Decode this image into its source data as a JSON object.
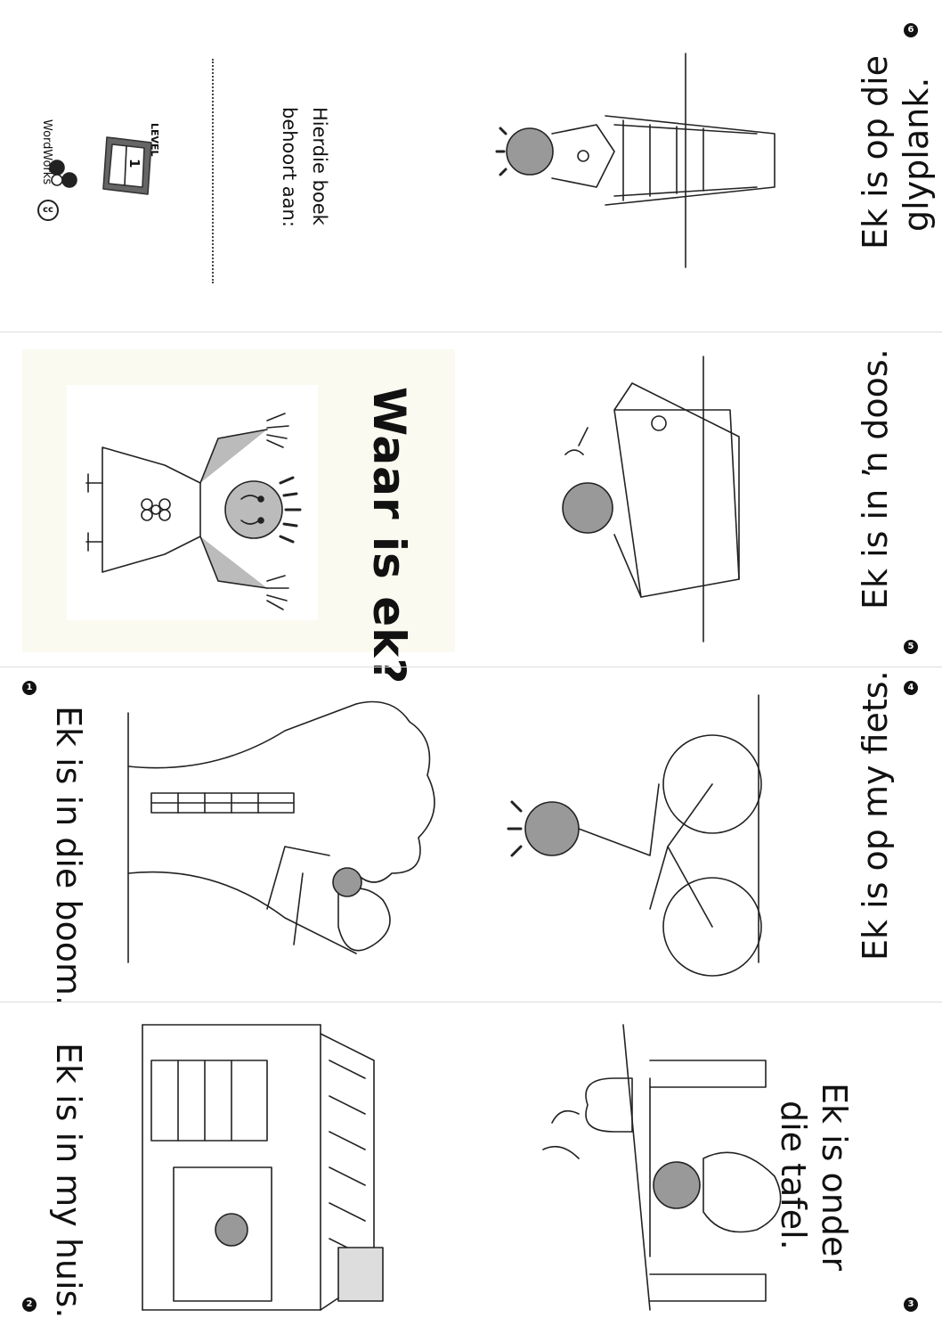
{
  "cover": {
    "title": "Waar is ek?"
  },
  "back_cover": {
    "owner_line1": "Hierdie boek",
    "owner_line2": "behoort aan:",
    "level_label": "LEVEL",
    "level_number": "1",
    "publisher": "WordWorks",
    "license_badge": "cc"
  },
  "pages": [
    {
      "number": "1",
      "text": "Ek is in die boom."
    },
    {
      "number": "2",
      "text": "Ek is in my huis."
    },
    {
      "number": "3",
      "line1": "Ek is onder",
      "line2": "die tafel."
    },
    {
      "number": "4",
      "text": "Ek is op my fiets."
    },
    {
      "number": "5",
      "text": "Ek is in ŉ doos."
    },
    {
      "number": "6",
      "line1": "Ek is op die",
      "line2": "glyplank."
    }
  ]
}
